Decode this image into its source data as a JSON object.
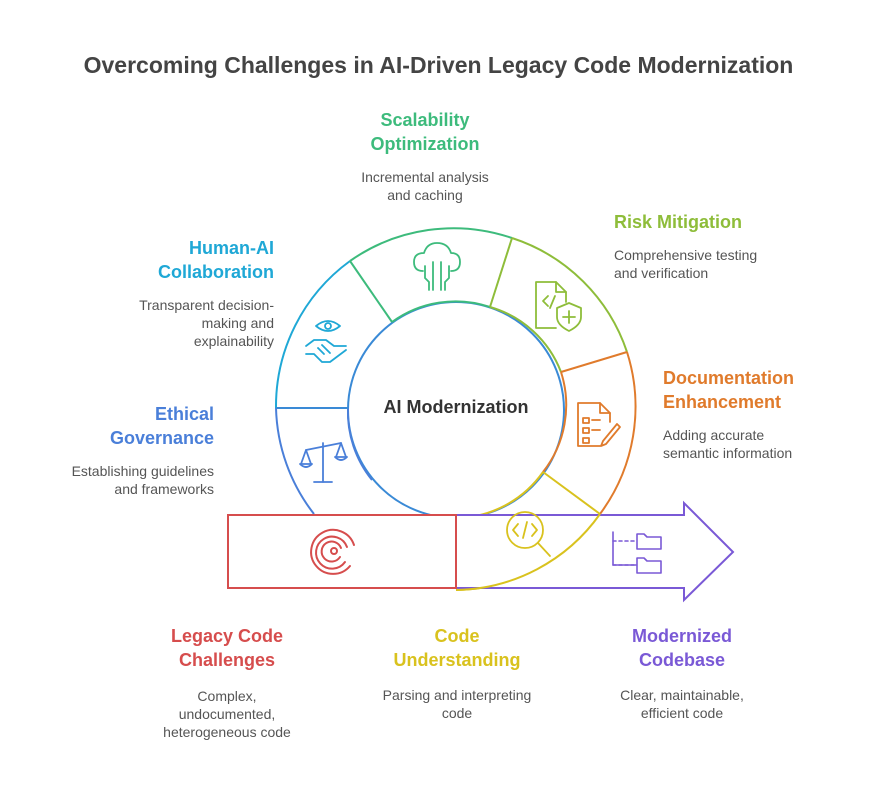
{
  "title": "Overcoming Challenges in AI-Driven Legacy Code Modernization",
  "center": "AI Modernization",
  "colors": {
    "scalability": "#3dbb7c",
    "risk": "#8ebd3a",
    "documentation": "#e07b2c",
    "understanding": "#d9c21e",
    "modernized": "#7a59d6",
    "legacy": "#d64d4d",
    "ethical": "#4a7fd9",
    "collaboration": "#1fa8d6"
  },
  "stages": {
    "scalability": {
      "title_1": "Scalability",
      "title_2": "Optimization",
      "desc_1": "Incremental analysis",
      "desc_2": "and caching",
      "icon": "cloud-circuit-icon"
    },
    "risk": {
      "title_1": "Risk Mitigation",
      "desc_1": "Comprehensive testing",
      "desc_2": "and verification",
      "icon": "code-shield-icon"
    },
    "documentation": {
      "title_1": "Documentation",
      "title_2": "Enhancement",
      "desc_1": "Adding accurate",
      "desc_2": "semantic information",
      "icon": "document-edit-icon"
    },
    "understanding": {
      "title_1": "Code",
      "title_2": "Understanding",
      "desc_1": "Parsing and interpreting",
      "desc_2": "code",
      "icon": "code-search-icon"
    },
    "modernized": {
      "title_1": "Modernized",
      "title_2": "Codebase",
      "desc_1": "Clear, maintainable,",
      "desc_2": "efficient code",
      "icon": "folder-tree-icon"
    },
    "legacy": {
      "title_1": "Legacy Code",
      "title_2": "Challenges",
      "desc_1": "Complex,",
      "desc_2": "undocumented,",
      "desc_3": "heterogeneous code",
      "icon": "spiral-icon"
    },
    "ethical": {
      "title_1": "Ethical",
      "title_2": "Governance",
      "desc_1": "Establishing guidelines",
      "desc_2": "and frameworks",
      "icon": "scales-icon"
    },
    "collaboration": {
      "title_1": "Human-AI",
      "title_2": "Collaboration",
      "desc_1": "Transparent decision-",
      "desc_2": "making and",
      "desc_3": "explainability",
      "icon": "eye-handshake-icon"
    }
  }
}
